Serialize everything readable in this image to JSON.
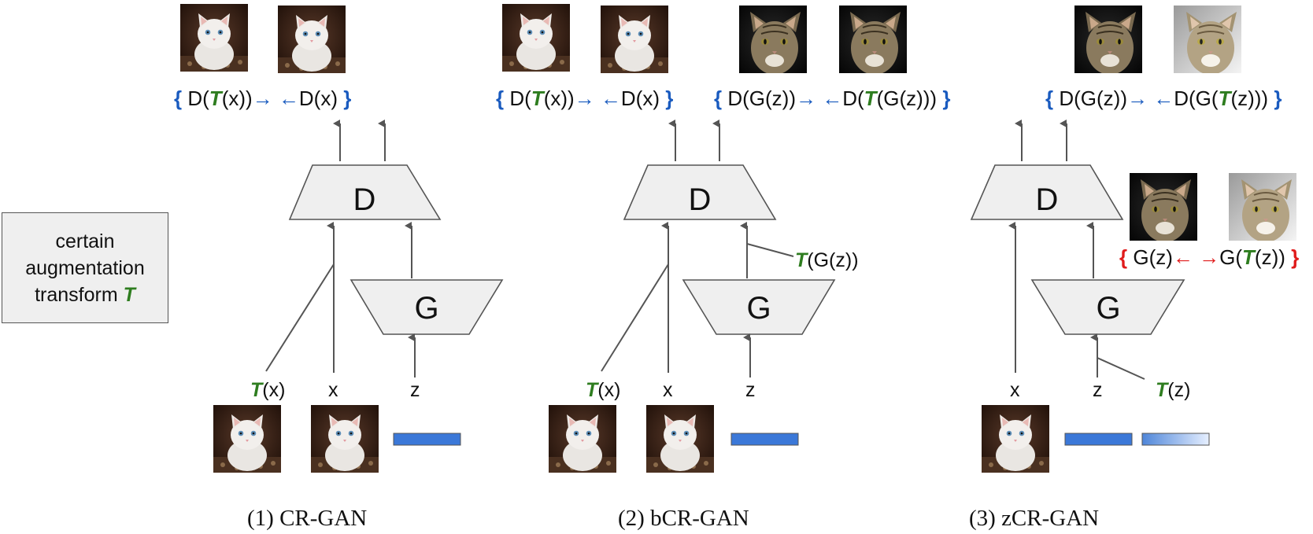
{
  "aug_box": {
    "line1": "certain",
    "line2": "augmentation",
    "line3": "transform",
    "T": "T"
  },
  "symbols": {
    "T": "T",
    "D": "D",
    "G": "G",
    "x": "x",
    "z": "z",
    "right_arrow": "→",
    "left_arrow": "←",
    "lbrace": "{",
    "rbrace": "}"
  },
  "panel1": {
    "caption": "(1) CR-GAN",
    "eq_left": "D(",
    "eq_mid1": "(x))",
    "eq_mid2": "D(x)",
    "label_tx_suffix": "(x)",
    "label_x": "x",
    "label_z": "z"
  },
  "panel2": {
    "caption": "(2) bCR-GAN",
    "eq1_left": "D(",
    "eq1_mid1": "(x))",
    "eq1_mid2": "D(x)",
    "eq2_left": "D(G(z))",
    "eq2_mid2": "D(",
    "eq2_tail": "(G(z)))",
    "tgz_suffix": "(G(z))",
    "label_tx_suffix": "(x)",
    "label_x": "x",
    "label_z": "z"
  },
  "panel3": {
    "caption": "(3) zCR-GAN",
    "eq1_left": "D(G(z))",
    "eq1_mid2": "D(G(",
    "eq1_tail": "(z)))",
    "eq2_left": "G(z)",
    "eq2_mid2": "G(",
    "eq2_tail": "(z))",
    "label_x": "x",
    "label_z": "z",
    "label_tz_suffix": "(z)"
  },
  "colors": {
    "blue_brace": "#1a5bbf",
    "red_brace": "#e01b1b",
    "transform_green": "#2e7d1f",
    "latent_bar": "#3b78d8",
    "shape_fill": "#efefef",
    "arrow_gray": "#555555"
  },
  "images": {
    "kitten": "white-kitten-photo",
    "cat": "tabby-cat-photo"
  }
}
